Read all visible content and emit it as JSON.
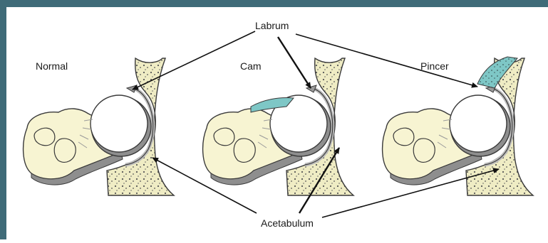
{
  "labels": {
    "top": "Labrum",
    "bottom": "Acetabulum"
  },
  "panels": [
    {
      "title": "Normal"
    },
    {
      "title": "Cam"
    },
    {
      "title": "Pincer"
    }
  ],
  "colors": {
    "frame": "#3f6b78",
    "bone": "#f7f4d2",
    "bone_outline": "#3a3a3a",
    "bone_shadow": "#8e8e8e",
    "socket_fill": "#efecc4",
    "cartilage": "#d9d9d9",
    "lesion": "#7ec7c6",
    "arrow": "#111111"
  }
}
